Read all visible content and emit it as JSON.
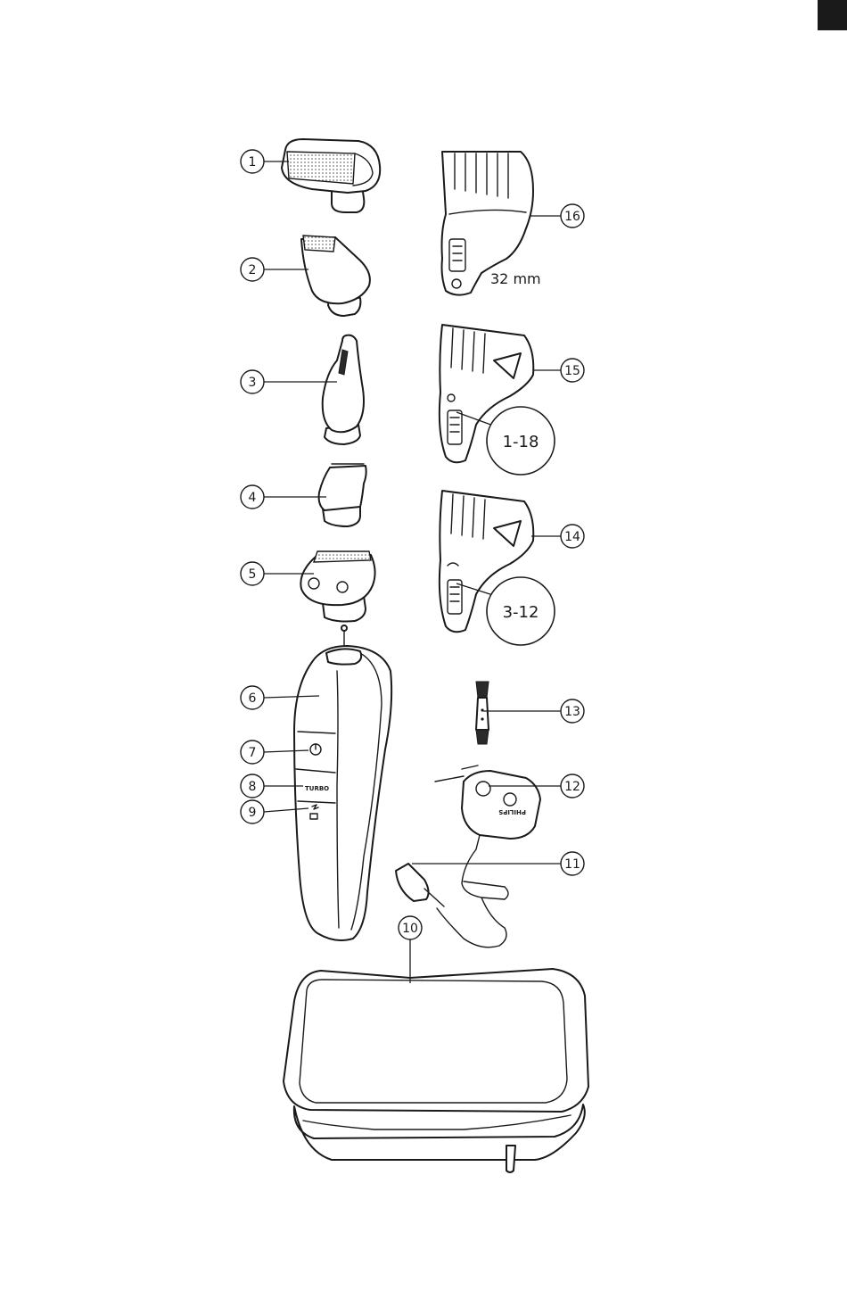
{
  "callouts": {
    "c1": "1",
    "c2": "2",
    "c3": "3",
    "c4": "4",
    "c5": "5",
    "c6": "6",
    "c7": "7",
    "c8": "8",
    "c9": "9",
    "c10": "10",
    "c11": "11",
    "c12": "12",
    "c13": "13",
    "c14": "14",
    "c15": "15",
    "c16": "16"
  },
  "labels": {
    "comb16_length": "32 mm",
    "comb15_range": "1-18",
    "comb14_range": "3-12",
    "turbo_text": "TURBO",
    "adapter_brand": "PHILIPS"
  },
  "colors": {
    "line": "#1a1a1a",
    "background": "#ffffff",
    "corner_tab": "#1a1a1a"
  }
}
